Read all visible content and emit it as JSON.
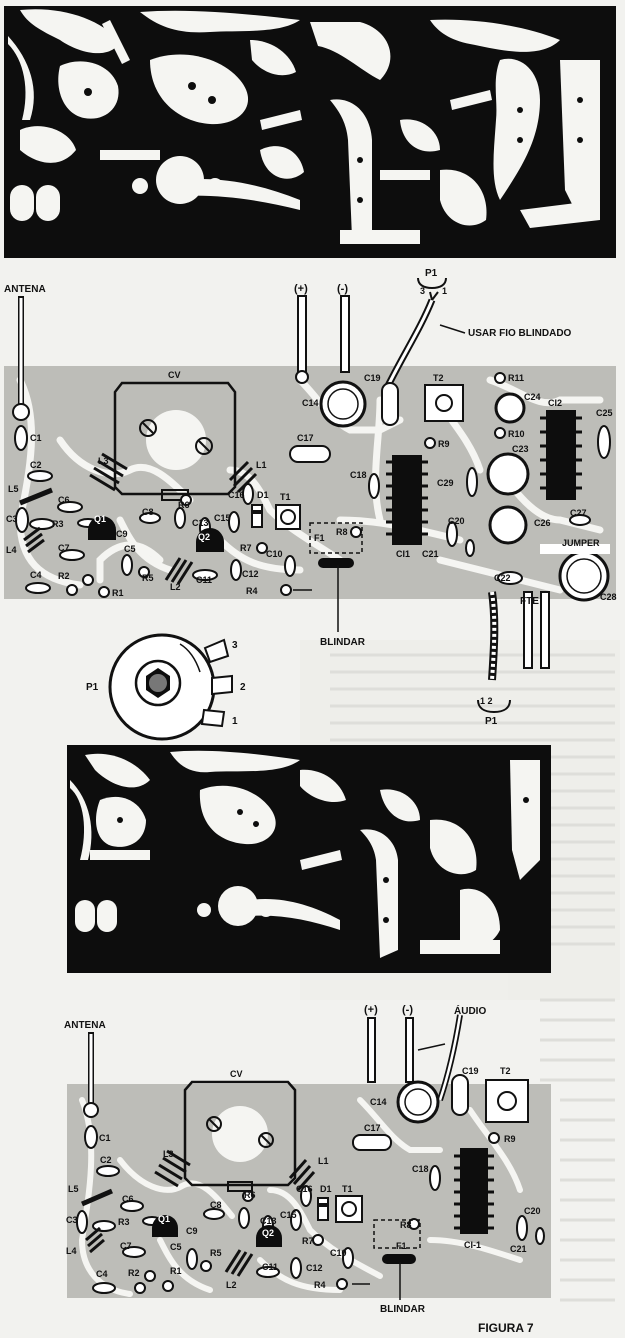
{
  "figure": {
    "caption": "FIGURA 7"
  },
  "board1": {
    "antenna": "ANTENA",
    "plus": "(+)",
    "minus": "(-)",
    "p1_header": "P1",
    "pin3": "3",
    "pin1": "1",
    "wire_note": "USAR FIO BLINDADO",
    "shield": "BLINDAR",
    "speaker": "FTE",
    "jumper": "JUMPER",
    "p1_bottom": "P1",
    "p1_bottom_pins": "1    2",
    "components": [
      "CV",
      "C1",
      "C2",
      "L5",
      "C3",
      "L4",
      "C4",
      "R3",
      "C6",
      "C7",
      "Q1",
      "R2",
      "R1",
      "L3",
      "C9",
      "C8",
      "C5",
      "R5",
      "L2",
      "R6",
      "C11",
      "C13",
      "C15",
      "Q2",
      "R7",
      "C12",
      "C16",
      "D1",
      "L1",
      "T1",
      "C10",
      "R4",
      "C14",
      "C17",
      "F1",
      "R8",
      "C19",
      "C18",
      "T2",
      "R9",
      "CI1",
      "C21",
      "C20",
      "C29",
      "R11",
      "C24",
      "R10",
      "C23",
      "CI2",
      "C25",
      "C26",
      "C27",
      "C22",
      "C28"
    ]
  },
  "pot": {
    "label": "P1",
    "pins": [
      "3",
      "2",
      "1"
    ]
  },
  "board2": {
    "antenna": "ANTENA",
    "plus": "(+)",
    "minus": "(-)",
    "audio": "ÁUDIO",
    "shield": "BLINDAR",
    "components": [
      "CV",
      "C1",
      "C2",
      "L5",
      "C3",
      "L4",
      "C4",
      "C6",
      "R3",
      "C7",
      "Q1",
      "R2",
      "R1",
      "L3",
      "C8",
      "C9",
      "C5",
      "R5",
      "L2",
      "R6",
      "C11",
      "C13",
      "C16",
      "C15",
      "Q2",
      "R7",
      "C12",
      "D1",
      "L1",
      "T1",
      "C10",
      "R4",
      "C14",
      "C17",
      "F1",
      "R8",
      "C19",
      "C18",
      "T2",
      "R9",
      "CI-1",
      "C21",
      "C20"
    ]
  }
}
